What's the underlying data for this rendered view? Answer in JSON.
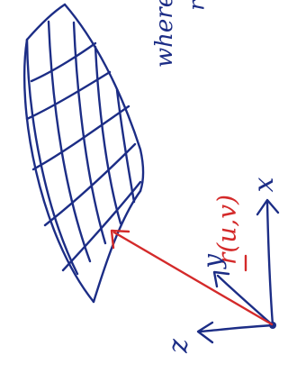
{
  "colors": {
    "ink": "#1c2d86",
    "vector": "#d42a2a",
    "background": "#ffffff"
  },
  "labels": {
    "position_vector": "r(u,v)",
    "axis_x": "x",
    "axis_y": "y",
    "axis_z": "z",
    "note_text": "where",
    "note_partial": "r"
  }
}
